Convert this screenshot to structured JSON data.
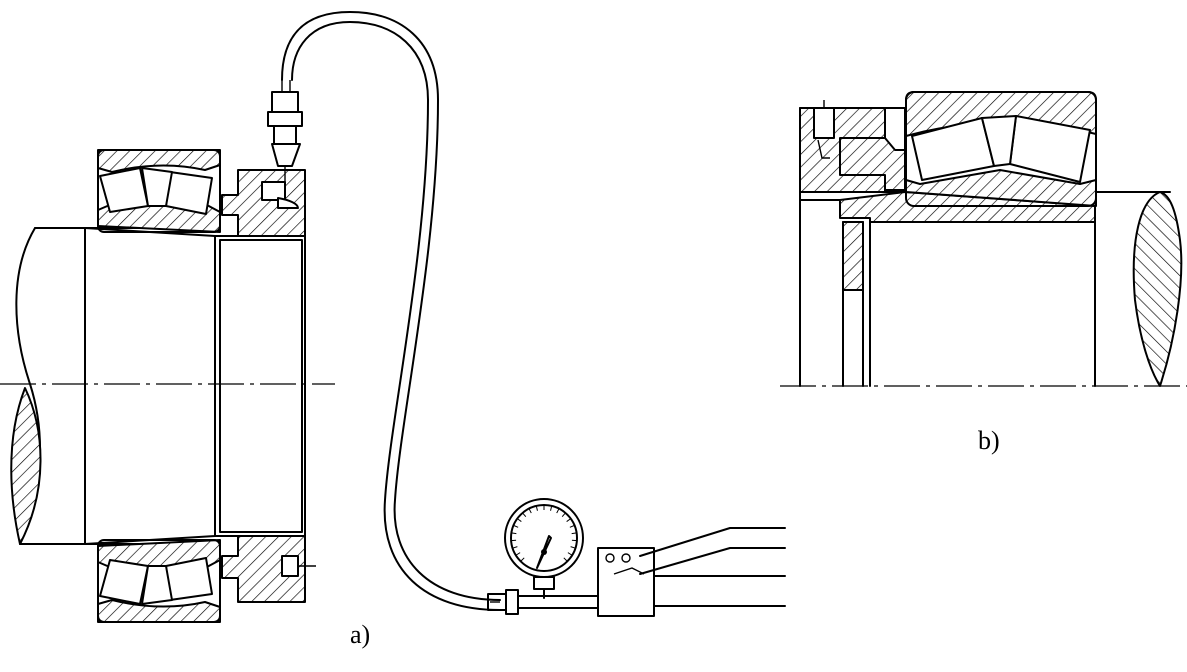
{
  "figure": {
    "panels": [
      {
        "id": "a",
        "label": "a)"
      },
      {
        "id": "b",
        "label": "b)"
      }
    ]
  },
  "icons": {
    "shaft": "shaft-icon",
    "bearing": "spherical-roller-bearing-icon",
    "hydraulic_nut": "hydraulic-nut-icon",
    "hose": "hose-icon",
    "pressure_gauge": "pressure-gauge-icon",
    "hand_pump": "hand-pump-icon"
  }
}
